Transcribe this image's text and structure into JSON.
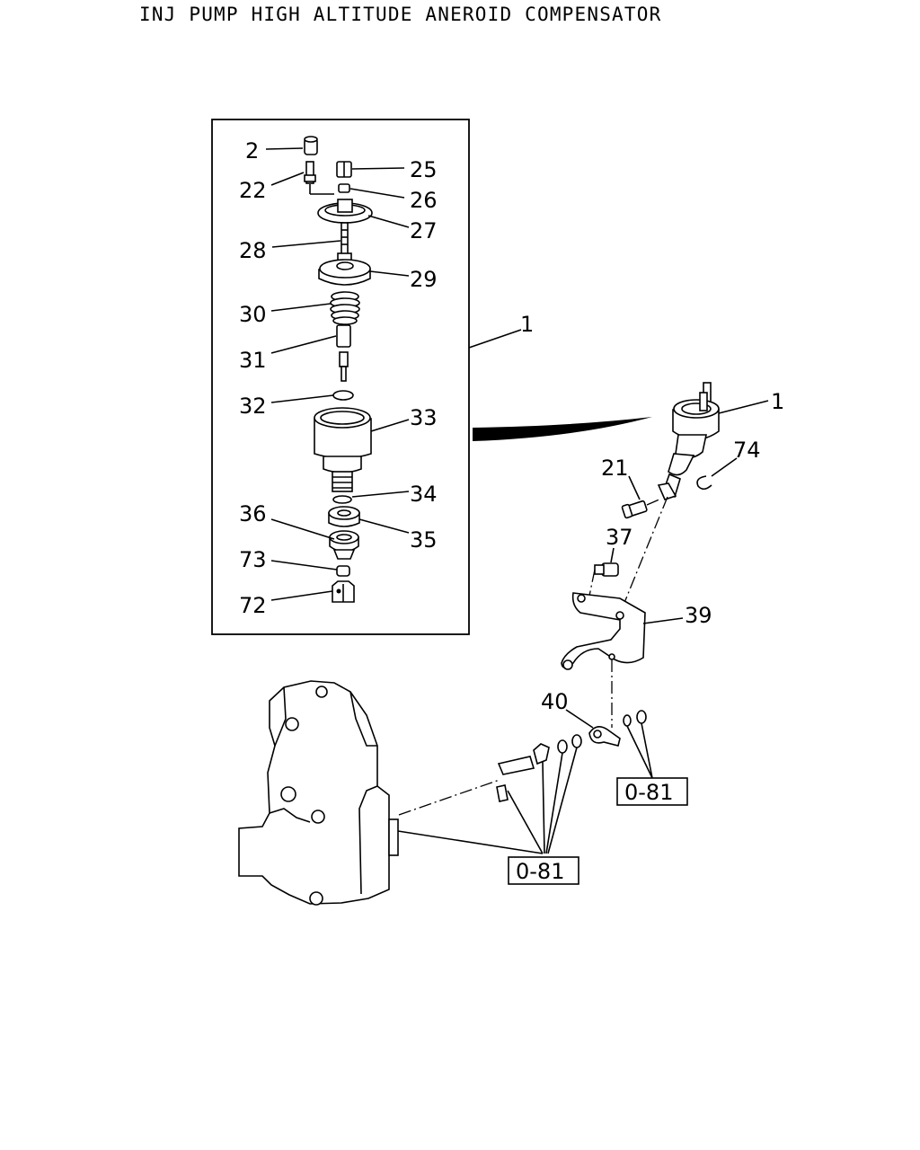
{
  "title": "INJ PUMP HIGH ALTITUDE ANEROID COMPENSATOR",
  "callouts": {
    "c2": "2",
    "c22": "22",
    "c25": "25",
    "c26": "26",
    "c27": "27",
    "c28": "28",
    "c29": "29",
    "c30": "30",
    "c31": "31",
    "c32": "32",
    "c33": "33",
    "c34": "34",
    "c35": "35",
    "c36": "36",
    "c73": "73",
    "c72": "72",
    "c1_box": "1",
    "c1_main": "1",
    "c21": "21",
    "c74": "74",
    "c37": "37",
    "c39": "39",
    "c40": "40"
  },
  "references": {
    "ref_upper": "0-81",
    "ref_lower": "0-81"
  }
}
